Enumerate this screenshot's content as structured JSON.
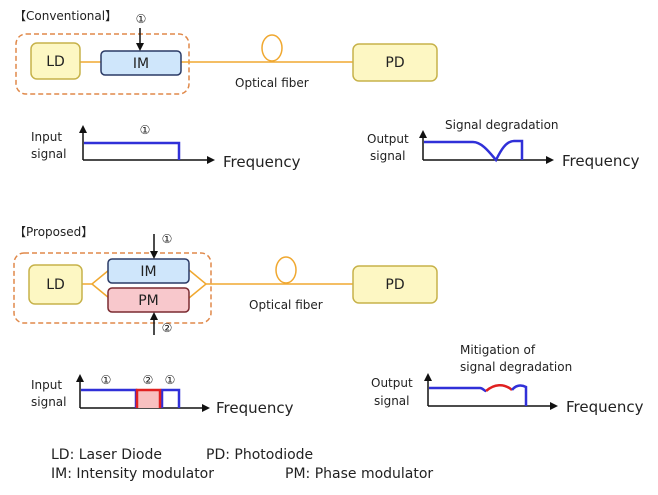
{
  "colors": {
    "ld_fill": "#fdf7c3",
    "ld_stroke": "#c7b24a",
    "im_fill": "#cfe6fb",
    "im_stroke": "#2a3a66",
    "pm_fill": "#f8c8cc",
    "pm_stroke": "#7a2a30",
    "fiber": "#f0a830",
    "dashed": "#e0894a",
    "signal_blue": "#3030d8",
    "signal_red": "#e02020",
    "pm_band_fill": "#f8c0c0"
  },
  "conventional": {
    "title": "【Conventional】",
    "ld_label": "LD",
    "im_label": "IM",
    "pd_label": "PD",
    "input_marker": "①",
    "fiber_label": "Optical fiber",
    "input_plot": {
      "ylabel_line1": "Input",
      "ylabel_line2": "signal",
      "xlabel": "Frequency",
      "band_marker": "①"
    },
    "output_plot": {
      "ylabel_line1": "Output",
      "ylabel_line2": "signal",
      "xlabel": "Frequency",
      "annotation": "Signal degradation"
    }
  },
  "proposed": {
    "title": "【Proposed】",
    "ld_label": "LD",
    "im_label": "IM",
    "pm_label": "PM",
    "pd_label": "PD",
    "im_marker": "①",
    "pm_marker": "②",
    "fiber_label": "Optical fiber",
    "input_plot": {
      "ylabel_line1": "Input",
      "ylabel_line2": "signal",
      "xlabel": "Frequency",
      "band_markers": [
        "①",
        "②",
        "①"
      ]
    },
    "output_plot": {
      "ylabel_line1": "Output",
      "ylabel_line2": "signal",
      "xlabel": "Frequency",
      "annotation_line1": "Mitigation of",
      "annotation_line2": "signal degradation"
    }
  },
  "legend": {
    "ld": "LD: Laser Diode",
    "pd": "PD: Photodiode",
    "im": "IM: Intensity modulator",
    "pm": "PM: Phase modulator"
  }
}
